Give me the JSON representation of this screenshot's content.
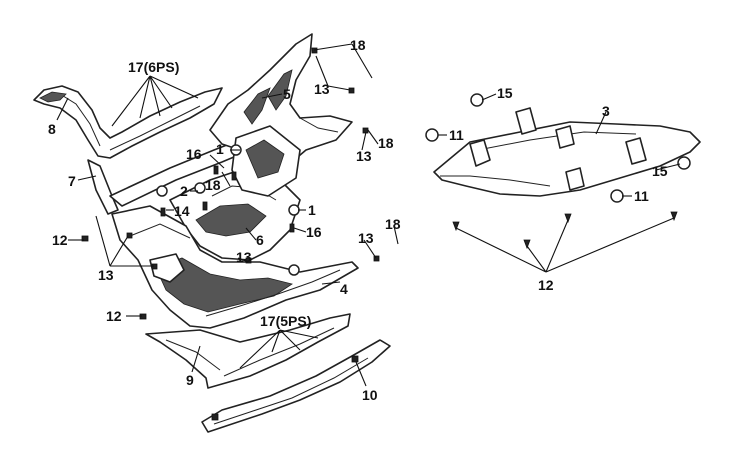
{
  "callouts": {
    "c1a": "1",
    "c1b": "1",
    "c2": "2",
    "c3": "3",
    "c4": "4",
    "c5": "5",
    "c6": "6",
    "c7": "7",
    "c8": "8",
    "c9": "9",
    "c10": "10",
    "c11a": "11",
    "c11b": "11",
    "c12a": "12",
    "c12b": "12",
    "c12c": "12",
    "c13a": "13",
    "c13b": "13",
    "c13c": "13",
    "c13d": "13",
    "c13e": "13",
    "c14": "14",
    "c15a": "15",
    "c15b": "15",
    "c16a": "16",
    "c16b": "16",
    "c17a": "17(6PS)",
    "c17b": "17(5PS)",
    "c18a": "18",
    "c18b": "18",
    "c18c": "18",
    "c18d": "18"
  }
}
